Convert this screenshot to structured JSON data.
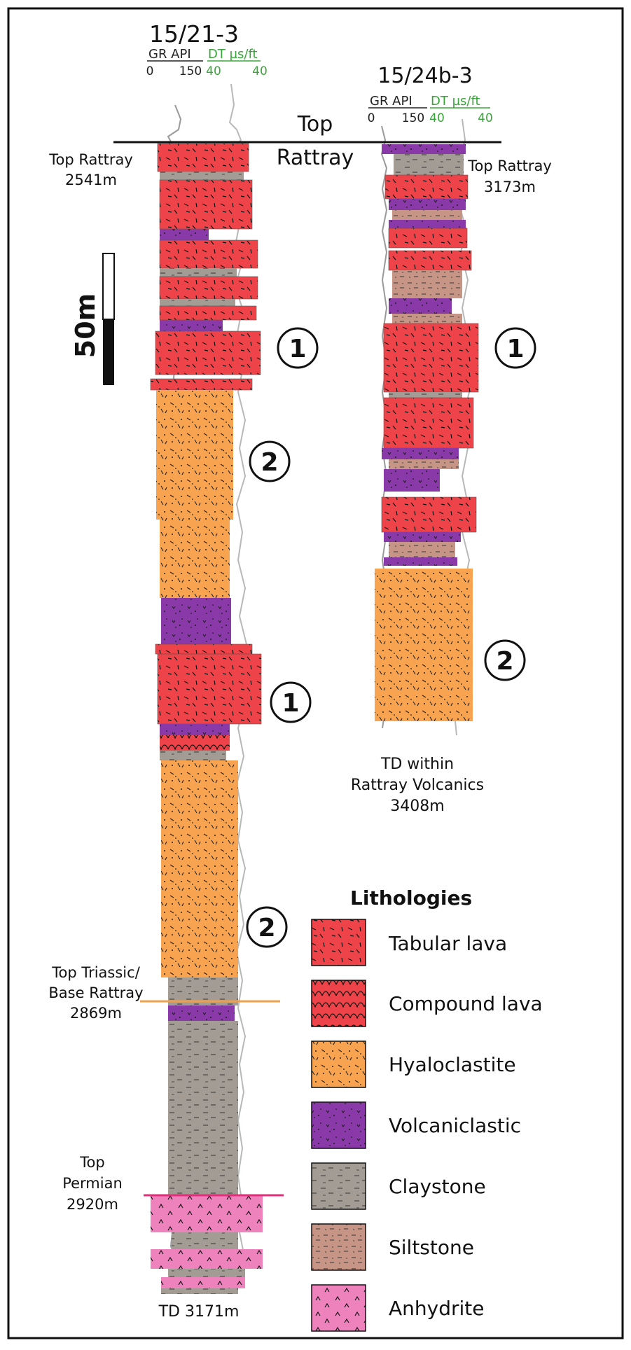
{
  "wells": [
    {
      "name": "15/21-3",
      "log_header": {
        "gr": "GR API",
        "dt": "DT µs/ft",
        "gr_min": "0",
        "gr_max": "150",
        "dt_max": "40",
        "dt_min": "40"
      },
      "labels": {
        "top_rattray": [
          "Top Rattray",
          "2541m"
        ],
        "top_triassic": [
          "Top Triassic/",
          "Base Rattray",
          "2869m"
        ],
        "top_permian": [
          "Top",
          "Permian",
          "2920m"
        ],
        "td": "TD 3171m"
      },
      "units": [
        {
          "id": "1",
          "lithology": "Tabular lava"
        },
        {
          "id": "2",
          "lithology": "Hyaloclastite"
        },
        {
          "id": "1",
          "lithology": "Tabular lava"
        },
        {
          "id": "2",
          "lithology": "Hyaloclastite"
        }
      ]
    },
    {
      "name": "15/24b-3",
      "log_header": {
        "gr": "GR API",
        "dt": "DT µs/ft",
        "gr_min": "0",
        "gr_max": "150",
        "dt_max": "40",
        "dt_min": "40"
      },
      "labels": {
        "top_rattray": [
          "Top Rattray",
          "3173m"
        ],
        "td": [
          "TD within",
          "Rattray Volcanics",
          "3408m"
        ]
      },
      "units": [
        {
          "id": "1",
          "lithology": "Tabular lava"
        },
        {
          "id": "2",
          "lithology": "Hyaloclastite"
        }
      ]
    }
  ],
  "top_datum": [
    "Top",
    "Rattray"
  ],
  "scale_bar": "50m",
  "legend": {
    "title": "Lithologies",
    "items": [
      {
        "label": "Tabular lava",
        "color": "#ee4449"
      },
      {
        "label": "Compound lava",
        "color": "#ee4449"
      },
      {
        "label": "Hyaloclastite",
        "color": "#f7a350"
      },
      {
        "label": "Volcaniclastic",
        "color": "#8a3aa8"
      },
      {
        "label": "Claystone",
        "color": "#a39c95"
      },
      {
        "label": "Siltstone",
        "color": "#c69585"
      },
      {
        "label": "Anhydrite",
        "color": "#ee82bd"
      }
    ]
  },
  "colors": {
    "tabular_lava": "#ee4449",
    "hyaloclastite": "#f7a350",
    "volcaniclastic": "#8a3aa8",
    "claystone": "#a39c95",
    "siltstone": "#c69585",
    "anhydrite": "#ee82bd",
    "triassic_line": "#f0a04b",
    "permian_line": "#e0307a",
    "dt_text": "#3aa53a"
  }
}
